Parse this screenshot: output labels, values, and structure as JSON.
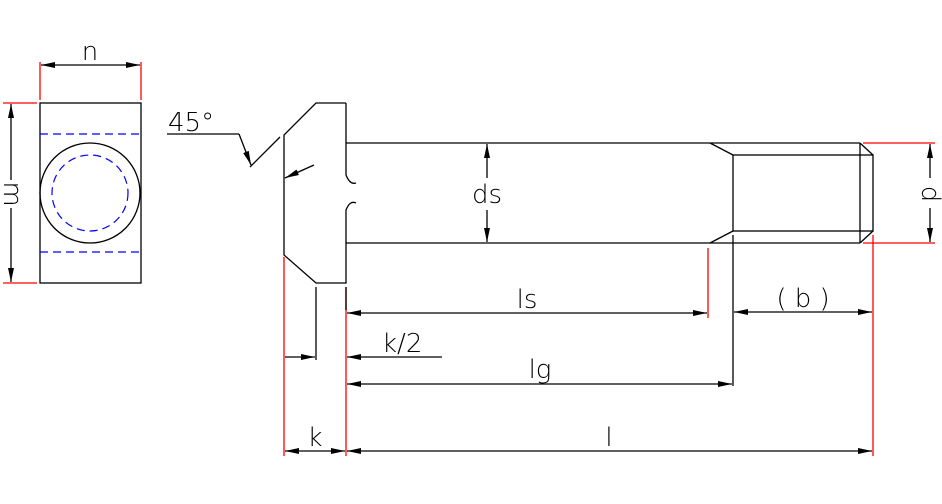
{
  "title": "T-head bolt dimension drawing",
  "labels": {
    "n": "n",
    "m": "m",
    "angle": "45°",
    "ds": "ds",
    "d": "d",
    "ls": "ls",
    "b": "( b )",
    "k_half": "k/2",
    "lg": "lg",
    "k": "k",
    "l": "l"
  },
  "colors": {
    "outline": "#000000",
    "extension": "#ff0000",
    "hidden": "#0000ff"
  }
}
